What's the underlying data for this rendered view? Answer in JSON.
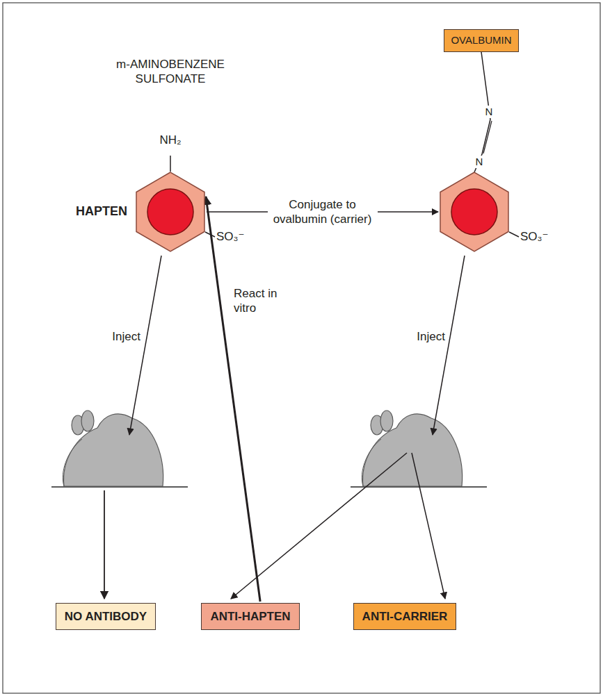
{
  "diagram": {
    "nodes": [
      {
        "text": [
          "m-AMINOBENZENE SULFONATE",
          "HAPTEN",
          "NH₂",
          "SO₃⁻"
        ]
      },
      {
        "text": [
          "OVALBUMIN"
        ]
      },
      {
        "text": [
          "SO₃⁻"
        ]
      },
      {
        "text": [
          "NO ANTIBODY"
        ]
      },
      {
        "text": [
          "ANTI-HAPTEN"
        ]
      },
      {
        "text": [
          "ANTI-CARRIER"
        ]
      }
    ],
    "edges": [
      {
        "from": 0,
        "to": 2,
        "label": "Conjugate to ovalbumin (carrier)",
        "arrow": "to"
      },
      {
        "from": 1,
        "to": 2,
        "arrow": "none"
      },
      {
        "from": 4,
        "to": 0,
        "label": "React in vitro",
        "arrow": "to"
      }
    ],
    "labels": [
      "Inject",
      "Inject",
      "N",
      "N"
    ]
  }
}
